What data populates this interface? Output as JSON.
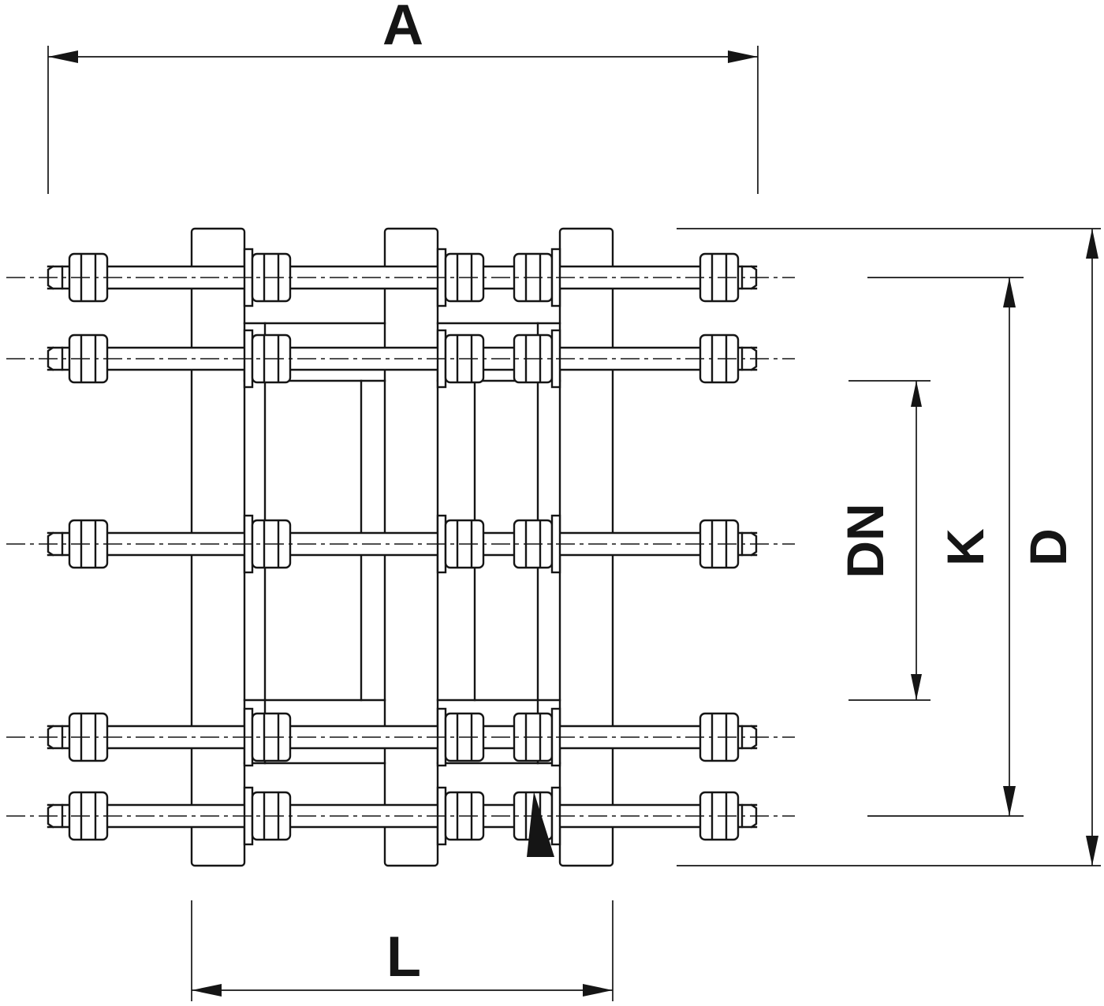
{
  "drawing": {
    "labels": {
      "a": "A",
      "l": "L",
      "dn": "DN",
      "k": "K",
      "d": "D"
    },
    "colors": {
      "line": "#151515",
      "background": "#ffffff"
    }
  }
}
